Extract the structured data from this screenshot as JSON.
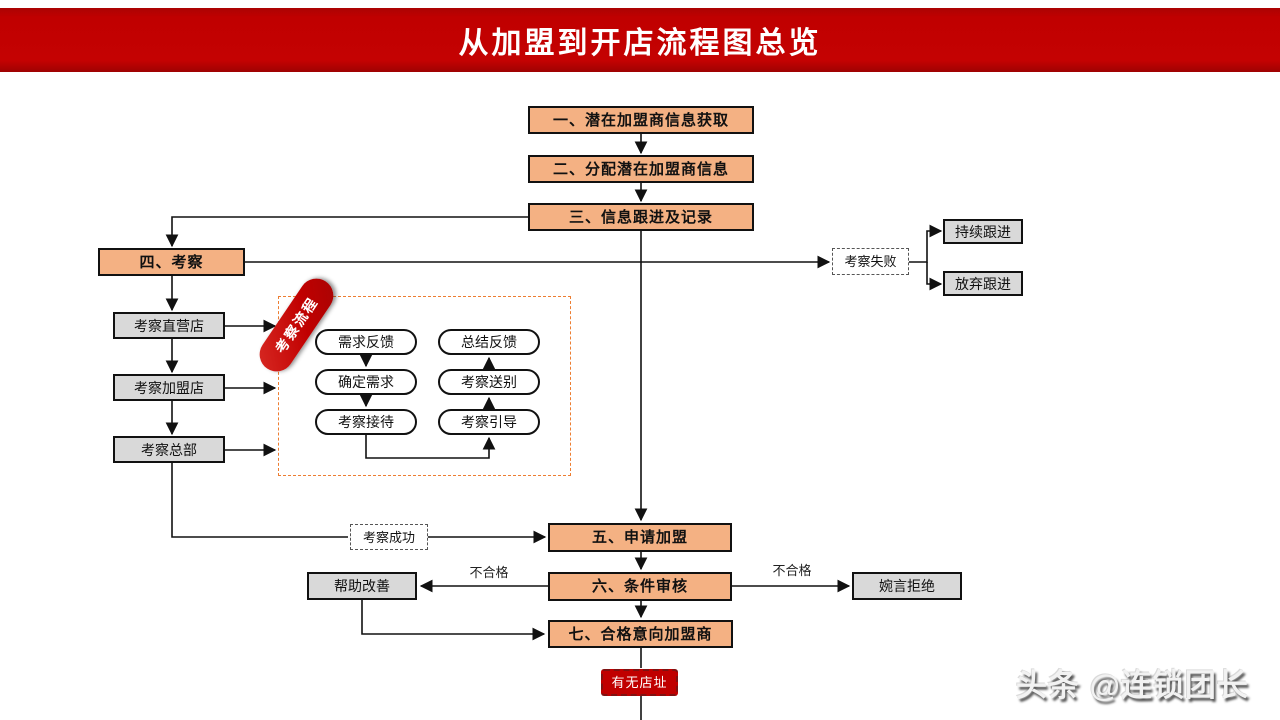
{
  "banner": {
    "title": "从加盟到开店流程图总览"
  },
  "steps": {
    "s1": "一、潜在加盟商信息获取",
    "s2": "二、分配潜在加盟商信息",
    "s3": "三、信息跟进及记录",
    "s4": "四、考察",
    "s5": "五、申请加盟",
    "s6": "六、条件审核",
    "s7": "七、合格意向加盟商"
  },
  "inspection": {
    "stamp": "考察流程",
    "targets": [
      "考察直营店",
      "考察加盟店",
      "考察总部"
    ],
    "sub_left": [
      "需求反馈",
      "确定需求",
      "考察接待"
    ],
    "sub_right": [
      "总结反馈",
      "考察送别",
      "考察引导"
    ]
  },
  "outcomes": {
    "fail": "考察失败",
    "follow_keep": "持续跟进",
    "follow_drop": "放弃跟进",
    "success": "考察成功",
    "improve": "帮助改善",
    "reject": "婉言拒绝",
    "unqualified_left": "不合格",
    "unqualified_right": "不合格",
    "site_check": "有无店址"
  },
  "watermark": "头条 @连锁团长",
  "colors": {
    "banner_red": "#c00000",
    "step_orange": "#f4b183",
    "neutral_gray": "#d9d9d9",
    "stamp_red": "#c81414",
    "dashed_frame_orange": "#ed7d31"
  }
}
